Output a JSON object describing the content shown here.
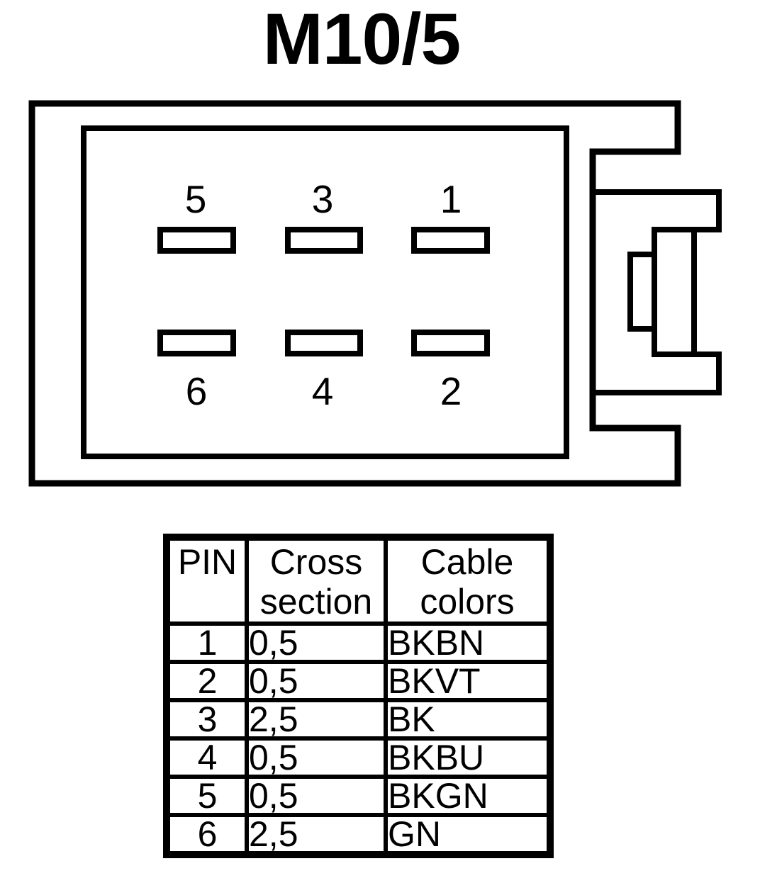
{
  "title": "M10/5",
  "connector": {
    "pins": [
      {
        "label": "5"
      },
      {
        "label": "3"
      },
      {
        "label": "1"
      },
      {
        "label": "6"
      },
      {
        "label": "4"
      },
      {
        "label": "2"
      }
    ]
  },
  "table": {
    "headers": [
      "PIN",
      "Cross section",
      "Cable colors"
    ],
    "rows": [
      {
        "pin": "1",
        "cross_section": "0,5",
        "cable_color": "BKBN"
      },
      {
        "pin": "2",
        "cross_section": "0,5",
        "cable_color": "BKVT"
      },
      {
        "pin": "3",
        "cross_section": "2,5",
        "cable_color": "BK"
      },
      {
        "pin": "4",
        "cross_section": "0,5",
        "cable_color": "BKBU"
      },
      {
        "pin": "5",
        "cross_section": "0,5",
        "cable_color": "BKGN"
      },
      {
        "pin": "6",
        "cross_section": "2,5",
        "cable_color": "GN"
      }
    ]
  },
  "colors": {
    "line": "#000000",
    "background": "#ffffff"
  }
}
